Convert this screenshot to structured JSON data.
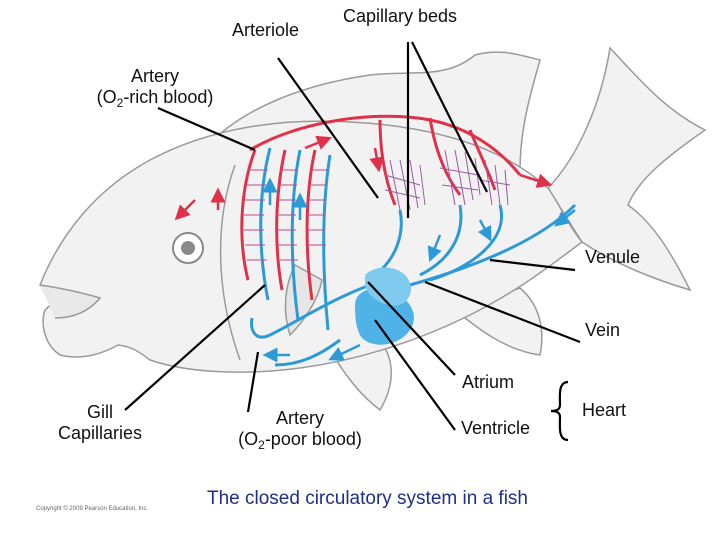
{
  "labels": {
    "arteriole": "Arteriole",
    "capillary_beds": "Capillary beds",
    "artery_rich_line1_pre": "Artery",
    "artery_rich_o": "(O",
    "artery_rich_sub": "2",
    "artery_rich_post": "-rich blood)",
    "venule": "Venule",
    "vein": "Vein",
    "atrium": "Atrium",
    "heart": "Heart",
    "ventricle": "Ventricle",
    "gill_line1": "Gill",
    "gill_line2": "Capillaries",
    "artery_poor_line1": "Artery",
    "artery_poor_o": "(O",
    "artery_poor_sub": "2",
    "artery_poor_post": "-poor blood)"
  },
  "caption": "The closed circulatory system in a fish",
  "copyright": "Copyright © 2009 Pearson Education, Inc.",
  "colors": {
    "oxygen_rich": "#e0314a",
    "oxygen_poor": "#2b9ad6",
    "heart": "#4fb3e8",
    "fish_outline": "#9a9a9a",
    "fish_fill": "#f2f2f2",
    "caption": "#1f2f8a",
    "leader_line": "#000000"
  }
}
